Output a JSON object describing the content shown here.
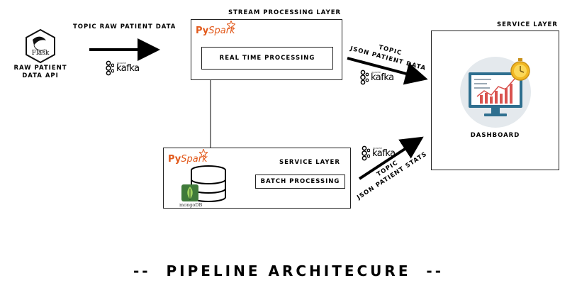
{
  "flask": {
    "logo_text": "Flask",
    "label_line1": "RAW PATIENT",
    "label_line2": "DATA API"
  },
  "topic_raw": {
    "label": "TOPIC RAW PATIENT DATA"
  },
  "kafka": {
    "text": "kafka",
    "small": "apache"
  },
  "stream_layer": {
    "title": "STREAM PROCESSING LAYER",
    "pyspark_py": "Py",
    "pyspark_spark": "Spark",
    "realtime_label": "REAL TIME PROCESSING"
  },
  "topic_json_data": {
    "line1": "TOPIC",
    "line2": "JSON PATIENT DATA"
  },
  "topic_json_stats": {
    "line1": "TOPIC",
    "line2": "JSON PATIENT STATS"
  },
  "service_top": {
    "title": "SERVICE LAYER",
    "dashboard_label": "DASHBOARD"
  },
  "service_bottom": {
    "title": "SERVICE LAYER",
    "pyspark_py": "Py",
    "pyspark_spark": "Spark",
    "batch_label": "BATCH PROCESSING",
    "mongo_text": "mongoDB"
  },
  "footer": {
    "title": "--  PIPELINE ARCHITECURE  --"
  },
  "colors": {
    "spark_orange": "#e25a1c",
    "dashboard_bg": "#e4e9ed",
    "monitor_frame": "#2f6f8f",
    "bar_red": "#d9534f",
    "clock_gold": "#f2b822",
    "mongo_green": "#3f7a3a"
  }
}
